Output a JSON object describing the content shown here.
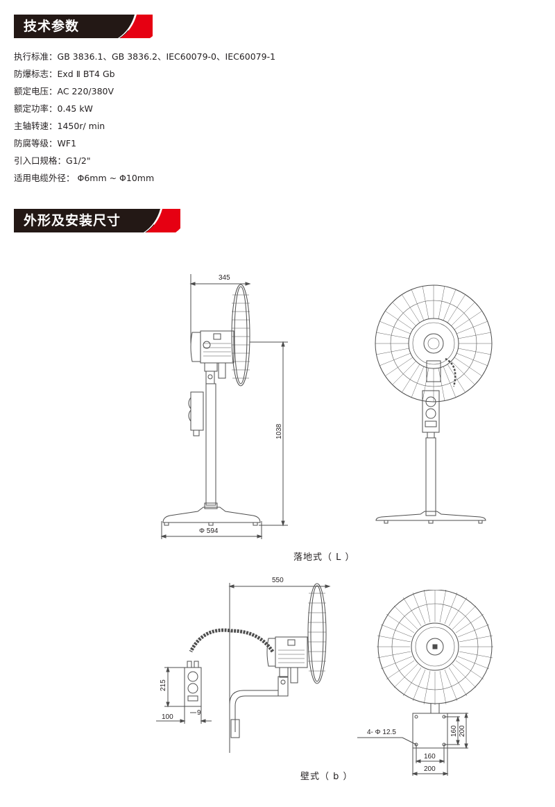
{
  "sections": {
    "tech_params": {
      "title": "技术参数"
    },
    "dimensions": {
      "title": "外形及安装尺寸"
    }
  },
  "specs": [
    {
      "key": "执行标准：",
      "value": "GB 3836.1、GB 3836.2、IEC60079-0、IEC60079-1"
    },
    {
      "key": "防爆标志：",
      "value": "Exd Ⅱ BT4 Gb"
    },
    {
      "key": "额定电压：",
      "value": "AC 220/380V"
    },
    {
      "key": "额定功率：",
      "value": "0.45 kW"
    },
    {
      "key": "主轴转速：",
      "value": "1450r/ min"
    },
    {
      "key": "防腐等级：",
      "value": "WF1"
    },
    {
      "key": "引入口规格：",
      "value": "G1/2\""
    },
    {
      "key": "适用电缆外径：",
      "value": " Φ6mm ~ Φ10mm"
    }
  ],
  "floor_type": {
    "caption": "落地式（ L ）",
    "dims": {
      "depth": "345",
      "height": "1038",
      "base_diameter": "Φ 594"
    }
  },
  "wall_type": {
    "caption": "壁式（ b ）",
    "dims": {
      "depth": "550",
      "box_height": "215",
      "box_offset": "100",
      "box_gap": "9"
    },
    "mount_plate": {
      "holes": "4- Φ 12.5",
      "inner_w": "160",
      "outer_w": "200",
      "inner_h": "160",
      "outer_h": "200"
    }
  },
  "colors": {
    "banner_dark": "#231815",
    "banner_red": "#e60012",
    "line": "#4d4d4d"
  }
}
